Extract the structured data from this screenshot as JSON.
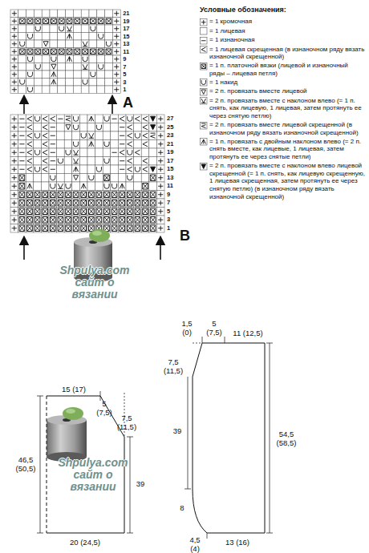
{
  "diagram": {
    "labels": [
      "21",
      "19",
      "17",
      "15",
      "13",
      "11",
      "9",
      "7",
      "5",
      "3",
      "1",
      "A",
      "27",
      "25",
      "23",
      "21",
      "19",
      "17",
      "15",
      "13",
      "11",
      "9",
      "7",
      "5",
      "3",
      "1",
      "B",
      "Условные обозначения:",
      "Shpulya.com сайт о вязании",
      "Shpulya.com сайт о вязании",
      "15 (17)",
      "5 (7,5)",
      "7,5 (11,5)",
      "46,5 (50,5)",
      "39",
      "20 (24,5)",
      "1,5 (0)",
      "5 (7,5)",
      "11 (12,5)",
      "7,5 (11,5)",
      "39",
      "54,5 (58,5)",
      "8",
      "4,5 (4)",
      "13 (16)"
    ],
    "legend": [
      {
        "text": "= 1 кромочная"
      },
      {
        "text": "= 1 лицевая"
      },
      {
        "text": "= 1 изнаночная"
      },
      {
        "text": "= 1 лицевая скрещенная (в изнаночном ряду вязать изнаночной скрещенной)"
      },
      {
        "text": "= 1 п. платочной вязки (лицевой и изнаночный ряды – лицевая петля)"
      },
      {
        "text": "= 1 накид"
      },
      {
        "text": "= 2 п. провязать вместе лицевой"
      },
      {
        "text": "= 2 п. провязать вместе с наклоном влево (= 1 п. снять, как лицевую, 1 лицевая, затем протянуть ее через снятую петлю)"
      },
      {
        "text": "= 2 п. провязать вместе лицевой скрещенной (в изнаночном ряду вязать изнаночной скрещенной)"
      },
      {
        "text": "= 1 п. провязать с двойным наклоном влево (= 2 п. снять вместе, как лицевые, 1 лицевая, затем протянуть ее через снятые петли)"
      },
      {
        "text": "= 2 п. провязать вместе с наклоном влево лицевой скрещенной (= 1 п. снять, как лицевую скрещенную, 1 лицевая скрещенная, затем протянуть ее через снятую петлю) (в изнаночном ряду вязать изнаночной скрещенной)"
      }
    ]
  }
}
